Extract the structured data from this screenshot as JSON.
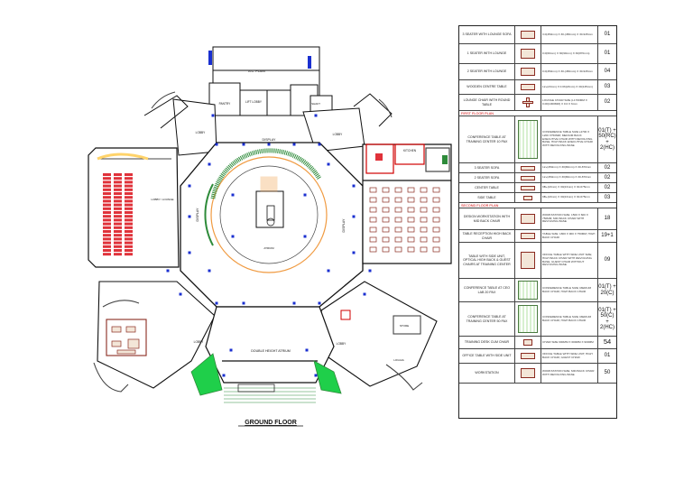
{
  "drawing": {
    "title": "GROUND FLOOR",
    "labels": {
      "ac_plant": "A.C. PLANT",
      "pantry": "PANTRY",
      "lift_lobby": "LIFT LOBBY",
      "shaft": "SHAFT",
      "lobby_top_left": "LOBBY",
      "lobby_top_right": "LOBBY",
      "kitchen": "KITCHEN",
      "display_top": "DISPLAY",
      "display_left": "DISPLAY",
      "display_right": "DISPLAY",
      "lobby_lounge": "LOBBY / LOUNGE",
      "atrium": "ATRIUM",
      "lobby_bottom_left": "LOBBY",
      "lobby_bottom_right": "LOBBY",
      "double_height_atrium": "DOUBLE HEIGHT ATRIUM",
      "store": "STORE",
      "loggia": "LOGGIA"
    }
  },
  "schedule": {
    "sections": {
      "first": "FIRST FLOOR PLAN",
      "second": "SECOND FLOOR PLAN"
    },
    "rows": [
      {
        "name": "3 SEATER WITH LOUNGE SOFA",
        "spec": "3.0(450mm) X 30-(450mm) X 30-945mm",
        "qty": "01",
        "icon": "sofa"
      },
      {
        "name": "1 SEATER WITH LOUNGE",
        "spec": "0.0(60mm) X 30(90mm) X 30(870mm)",
        "qty": "01",
        "icon": "chair"
      },
      {
        "name": "2 SEATER WITH LOUNGE",
        "spec": "0.0(450mm) X 30-(450mm) X 30-945mm",
        "qty": "04",
        "icon": "sofa"
      },
      {
        "name": "WOODEN CENTRE TABLE",
        "spec": "12+(23mm) X 0.06(23mm) X 30(145mm)",
        "qty": "03",
        "icon": "table"
      },
      {
        "name": "LOUNGE CHAIR WITH ROUND TABLE",
        "spec": "LOUNGE CHAIR SIZE (L1700MM X 0.00(1000MM) X 0.0 X 6mm",
        "qty": "02",
        "icon": "cross"
      },
      {
        "name": "CONFERENCE TABLE AT TRAINING CENTER 10 PAX",
        "spec": "CONFERENCE TABLE SIZE L4700 X 1200 X750MM; MEDIUM BACK EXECUTIVE CHAIR WITH REVOLVING BASE; HIGH BACK EXECUTIVE CHAIR WITH REVOLVING BASE",
        "qty": "01(T) + 50(RC) + 2(HC)",
        "icon": "layout"
      },
      {
        "name": "3 SEATER SOFA",
        "spec": "12+(450mm) X 30(80mm) X 30-870mm",
        "qty": "02",
        "icon": "sofa"
      },
      {
        "name": "2 SEATER SOFA",
        "spec": "12+(450mm) X 30(80mm) X 30-870mm",
        "qty": "02",
        "icon": "sofa"
      },
      {
        "name": "CENTER TABLE",
        "spec": "9B+(23mm) X 30(23mm) X 30-675mm",
        "qty": "02",
        "icon": "table"
      },
      {
        "name": "SIDE TABLE",
        "spec": "9B+(23mm) X 30(23mm) X 30-675mm",
        "qty": "03",
        "icon": "small"
      },
      {
        "name": "DESIGN WORKSTATION WITH MID BACK CHAIR",
        "spec": "WORKSTATION SIZE: 1500 X 600 X 750MM; MID BACK CHAIR WITH REVOLVING BASE",
        "qty": "18",
        "icon": "sofa"
      },
      {
        "name": "TABLE RECEPTION HIGH BACK CHAIR",
        "spec": "TABLE SIZE: 1800 X 900 X 750MM; HIGH BACK CHAIR",
        "qty": "19+1",
        "icon": "table"
      },
      {
        "name": "TABLE WITH SIDE UNIT, OPTICAL HIGH BACK & GUEST CHAIRS AT TRAINING CENTER",
        "spec": "OFFICE TABLE WITH SIDE UNIT SIZE; HIGH BACK CHAIR WITH REVOLVING BASE; GUEST CHAIR WITHOUT REVOLVING BASE",
        "qty": "09",
        "icon": "sofa"
      },
      {
        "name": "CONFERENCE TABLE AT CEO LAB 20 PAX",
        "spec": "CONFERENCE TABLE SIZE; MEDIUM BACK CHAIR; HIGH BACK CHAIR",
        "qty": "01(T) + 20(C)",
        "icon": "layout"
      },
      {
        "name": "CONFERENCE TABLE AT TRAINING CENTER 50 PAX",
        "spec": "CONFERENCE TABLE SIZE; MEDIUM BACK CHAIR; HIGH BACK CHAIR",
        "qty": "01(T) + 50(C) + 2(HC)",
        "icon": "layout"
      },
      {
        "name": "TRAINING DESK CUM CHAIR",
        "spec": "CHAIR SIZE 600MM X 600MM X 900MM",
        "qty": "54",
        "icon": "small"
      },
      {
        "name": "OFFICE TABLE WITH SIDE UNIT",
        "spec": "OFFICE TABLE WITH SIDE UNIT; HIGH BACK CHAIR; GUEST CHAIR",
        "qty": "01",
        "icon": "table"
      },
      {
        "name": "WORKSTATION",
        "spec": "WORKSTATION SIZE; MID BACK CHAIR WITH REVOLVING BASE",
        "qty": "50",
        "icon": "table"
      }
    ]
  },
  "colors": {
    "wall": "#111111",
    "column": "#1a2fd0",
    "ramp": "#2e8b3a",
    "seating": "#e0323a",
    "circle": "#f09a40",
    "green_fill": "#1fcf4a",
    "red_line": "#d00000",
    "furniture": "#8a2a20"
  }
}
